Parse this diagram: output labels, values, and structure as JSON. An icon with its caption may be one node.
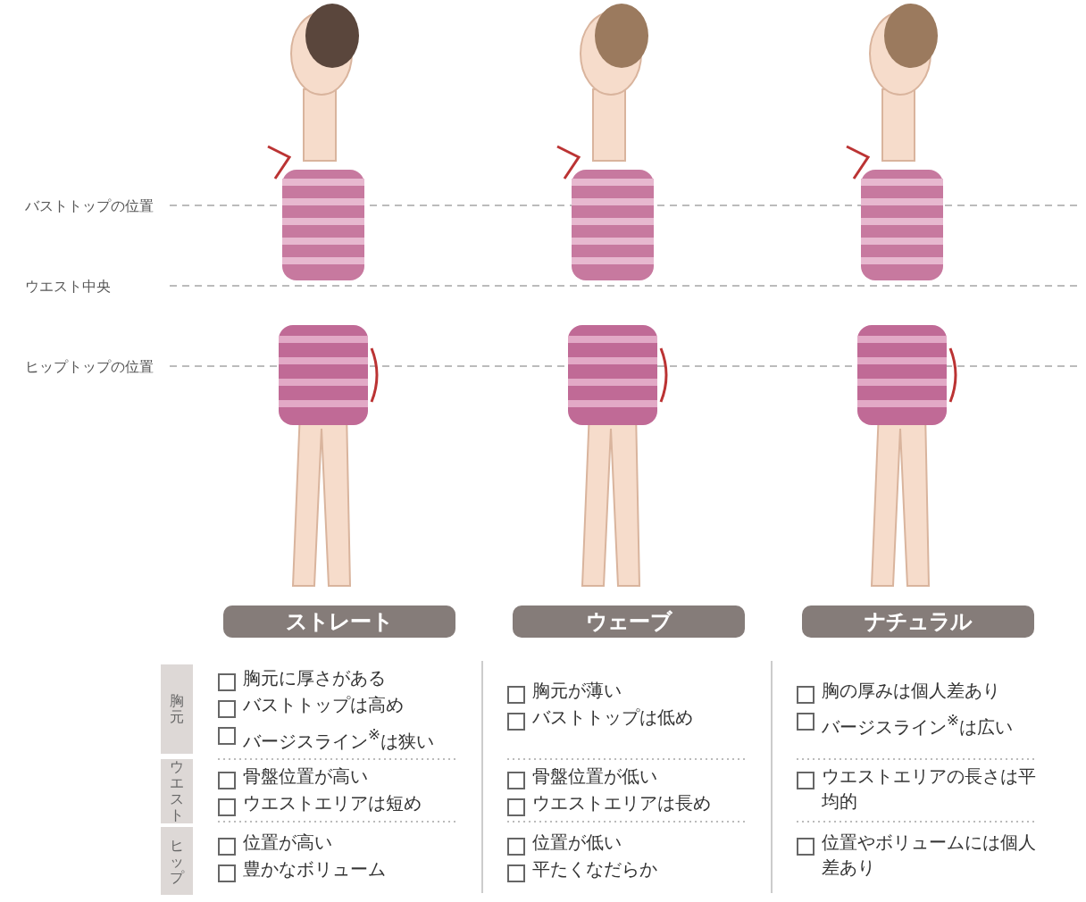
{
  "diagram": {
    "labels": [
      "バストトップの位置",
      "ウエスト中央",
      "ヒップトップの位置",
      "ストレート",
      "ウェーブ",
      "ナチュラル",
      "胸元",
      "胸元に厚さがある",
      "バストトップは高め",
      "バージスライン$^{※}$は狭い",
      "胸元が薄い",
      "バストトップは低め",
      "胸の厚みは個人差あり",
      "バージスライン$^{※}$は広い",
      "ウエスト",
      "骨盤位置が高い",
      "ウエストエリアは短め",
      "骨盤位置が低い",
      "ウエストエリアは長め",
      "ウエストエリアの長さは平均的",
      "ヒップ",
      "位置が高い",
      "豊かなボリューム",
      "位置が低い",
      "平たくなだらか",
      "位置やボリュームには個人差あり"
    ]
  }
}
